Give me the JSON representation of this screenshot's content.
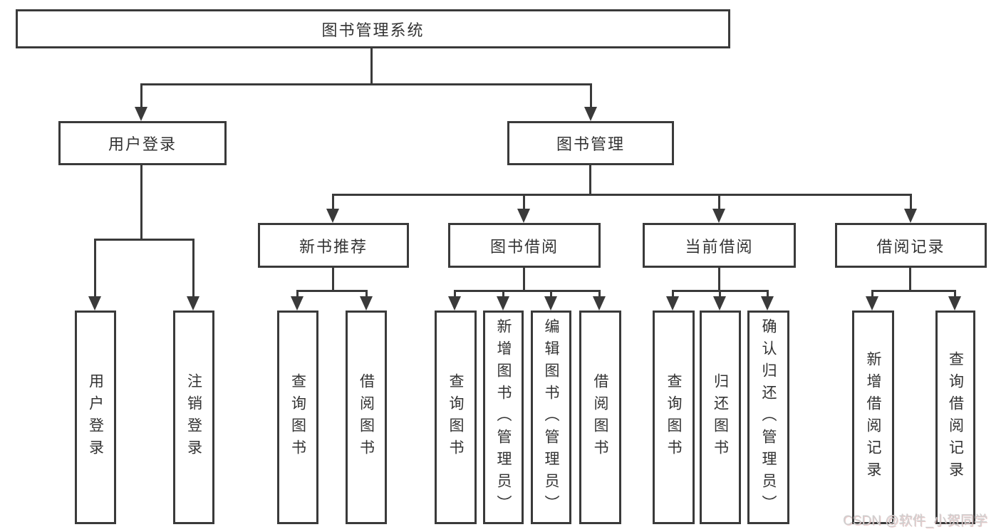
{
  "tree": {
    "label": "图书管理系统",
    "children": [
      {
        "label": "用户登录",
        "children": [
          {
            "label": "用户登录"
          },
          {
            "label": "注销登录"
          }
        ]
      },
      {
        "label": "图书管理",
        "children": [
          {
            "label": "新书推荐",
            "children": [
              {
                "label": "查询图书"
              },
              {
                "label": "借阅图书"
              }
            ]
          },
          {
            "label": "图书借阅",
            "children": [
              {
                "label": "查询图书"
              },
              {
                "label": "新增图书（管理员）"
              },
              {
                "label": "编辑图书（管理员）"
              },
              {
                "label": "借阅图书"
              }
            ]
          },
          {
            "label": "当前借阅",
            "children": [
              {
                "label": "查询图书"
              },
              {
                "label": "归还图书"
              },
              {
                "label": "确认归还（管理员）"
              }
            ]
          },
          {
            "label": "借阅记录",
            "children": [
              {
                "label": "新增借阅记录"
              },
              {
                "label": "查询借阅记录"
              }
            ]
          }
        ]
      }
    ]
  },
  "watermark": {
    "text": "CSDN @软件_小贺同学"
  },
  "colors": {
    "line": "#3a3a3a",
    "text": "#333333",
    "boxbg": "#ffffff",
    "wm": "#cfcfcf"
  }
}
